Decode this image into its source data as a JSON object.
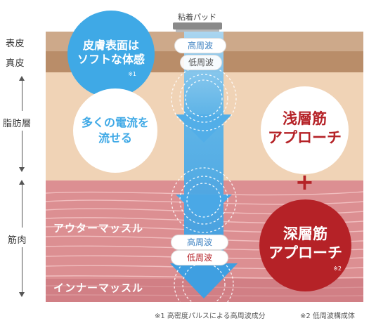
{
  "pad_label": "粘着パッド",
  "layers": {
    "hyohi": "表皮",
    "shinpi": "真皮",
    "shibousou": "脂肪層",
    "kinniku": "筋肉"
  },
  "muscles": {
    "outer": "アウターマッスル",
    "inner": "インナーマッスル"
  },
  "bubble_skin": {
    "line1": "皮膚表面は",
    "line2": "ソフトな体感",
    "note": "※1"
  },
  "bubble_current": {
    "line1": "多くの電流を",
    "line2": "流せる"
  },
  "bubble_shallow": {
    "line1": "浅層筋",
    "line2": "アプローチ"
  },
  "bubble_deep": {
    "line1": "深層筋",
    "line2": "アプローチ",
    "note": "※2"
  },
  "plus_sign": "+",
  "wave_top": {
    "high": "高周波",
    "low": "低周波"
  },
  "wave_bottom": {
    "high": "高周波",
    "low": "低周波"
  },
  "footnotes": {
    "note1": "※1 高密度パルスによる高周波成分",
    "note2": "※2 低周波構成体"
  },
  "colors": {
    "blue_bubble": "#3fa9e6",
    "red_dark": "#b52227",
    "arrow_blue": "#4aa8e8",
    "fat": "#f0d3b6",
    "muscle": "#d9868a"
  }
}
